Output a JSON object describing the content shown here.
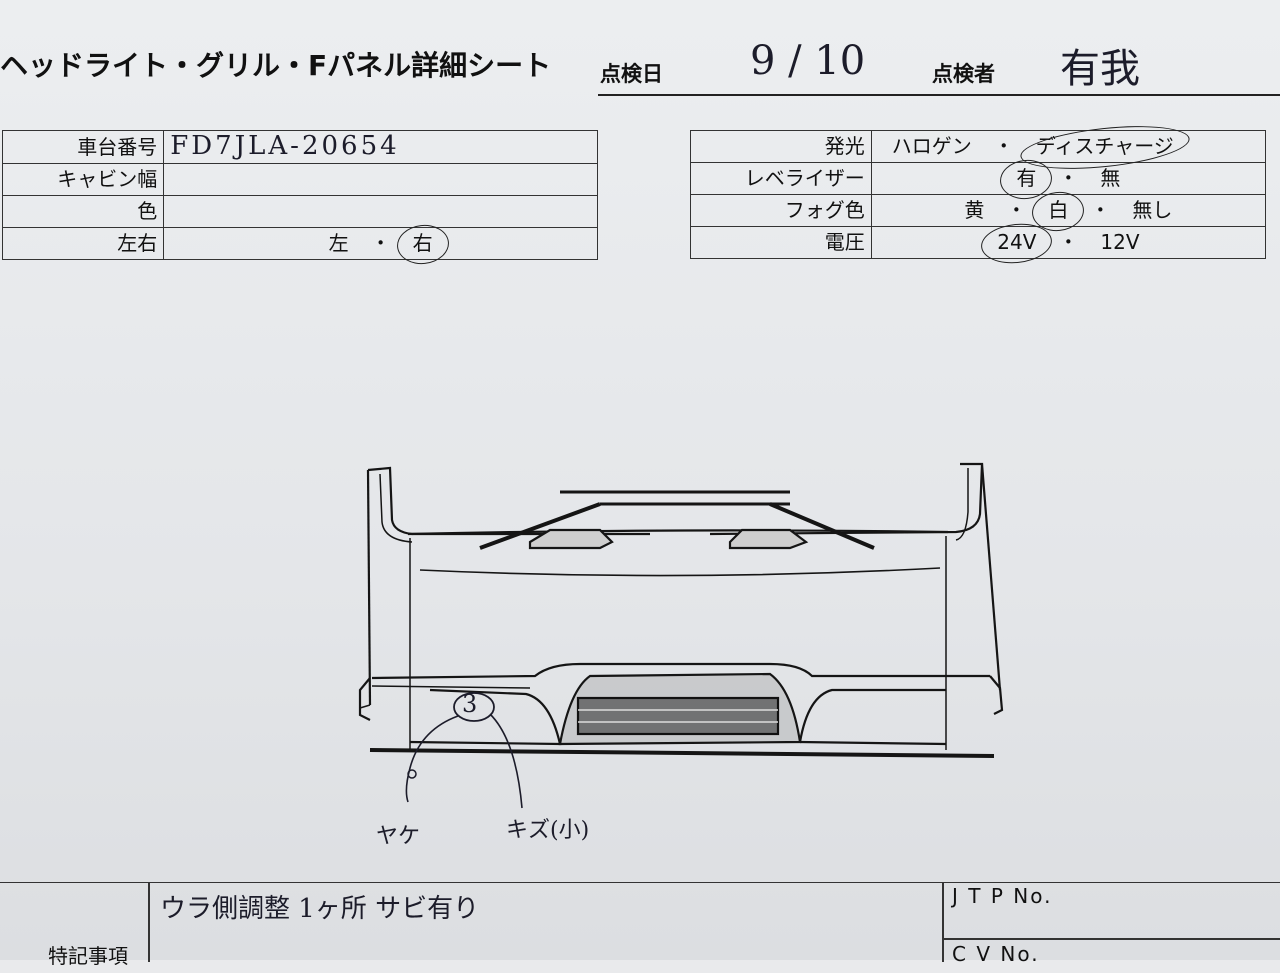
{
  "header": {
    "title": "ヘッドライト・グリル・Fパネル詳細シート",
    "date_label": "点検日",
    "date_value": "9 / 10",
    "inspector_label": "点検者",
    "inspector_value": "有我"
  },
  "left_table": {
    "rows": [
      {
        "label": "車台番号",
        "value": "FD7JLA-20654"
      },
      {
        "label": "キャビン幅",
        "value": ""
      },
      {
        "label": "色",
        "value": ""
      },
      {
        "label": "左右",
        "options": [
          "左",
          "右"
        ],
        "selected": "右"
      }
    ]
  },
  "right_table": {
    "rows": [
      {
        "label": "発光",
        "options": [
          "ハロゲン",
          "ディスチャージ"
        ],
        "selected": "ディスチャージ"
      },
      {
        "label": "レベライザー",
        "options": [
          "有",
          "無"
        ],
        "selected": "有"
      },
      {
        "label": "フォグ色",
        "options": [
          "黄",
          "白",
          "無し"
        ],
        "selected": "白"
      },
      {
        "label": "電圧",
        "options": [
          "24V",
          "12V"
        ],
        "selected": "24V"
      }
    ]
  },
  "drawing": {
    "annotations": {
      "marker": "3",
      "left_note": "ヤケ",
      "right_note": "キズ(小)"
    }
  },
  "notes": {
    "label": "特記事項",
    "text": "ウラ側調整 1ヶ所 サビ有り",
    "jtp_label": "J T P No.",
    "cv_label": "C V No."
  },
  "colors": {
    "paper": "#e6e8eb",
    "ink": "#111111",
    "pen": "#1c1c2a"
  }
}
